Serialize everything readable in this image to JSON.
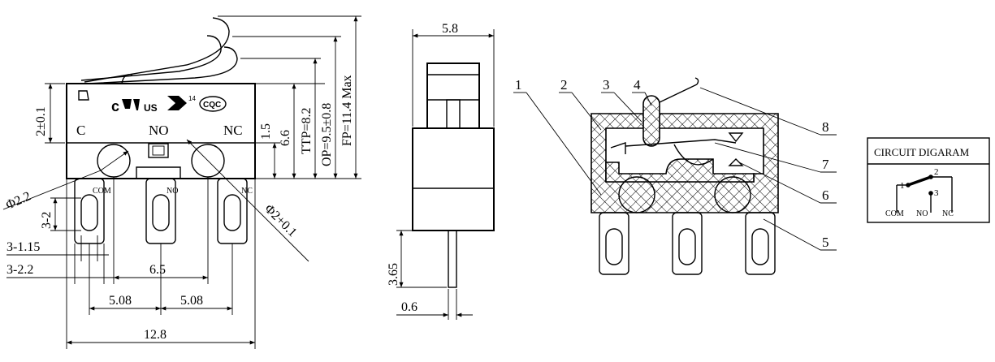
{
  "front_view": {
    "terminal_labels": [
      "C",
      "NO",
      "NC"
    ],
    "pin_labels": [
      "COM",
      "NO",
      "NC"
    ],
    "cert_marks": [
      "c",
      "US",
      "14",
      "CQC"
    ],
    "dims": {
      "d1": "2±0.1",
      "d2": "1.5",
      "d3": "6.6",
      "d4": "TTP=8.2",
      "d5": "OP=9.5±0.8",
      "d6": "FP=11.4 Max",
      "d7": "Φ2.2",
      "d8": "3-2",
      "d9": "3-1.15",
      "d10": "3-2.2",
      "d11": "6.5",
      "d12": "5.08",
      "d13": "5.08",
      "d14": "12.8",
      "d15": "Φ2+0.1"
    }
  },
  "side_view": {
    "dims": {
      "width": "5.8",
      "pin_length": "3.65",
      "pin_thickness": "0.6"
    }
  },
  "section_view": {
    "callouts": [
      "1",
      "2",
      "3",
      "4",
      "5",
      "6",
      "7",
      "8"
    ]
  },
  "circuit": {
    "title": "CIRCUIT DIGARAM",
    "nodes": [
      "1",
      "2",
      "3"
    ],
    "labels": [
      "COM",
      "NO",
      "NC"
    ]
  }
}
